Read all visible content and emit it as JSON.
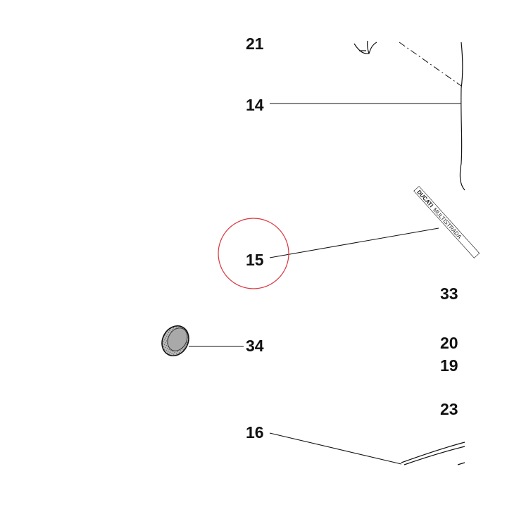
{
  "callouts": {
    "c21": "21",
    "c14": "14",
    "c15": "15",
    "c33": "33",
    "c34": "34",
    "c20": "20",
    "c19": "19",
    "c23": "23",
    "c16": "16"
  },
  "decal": {
    "brand": "DUCATI",
    "model": "MULTISTRADA"
  },
  "highlight": {
    "target": "15",
    "color": "#d9363e"
  },
  "colors": {
    "ink": "#111111",
    "cap_fill": "#9a9a9a"
  }
}
